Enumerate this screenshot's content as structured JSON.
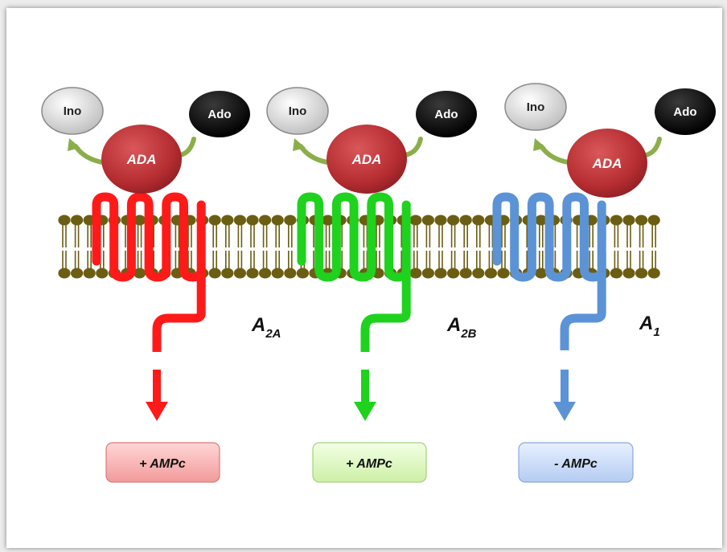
{
  "colors": {
    "a2a": "#ff1a1a",
    "a2b": "#1ed21e",
    "a1": "#5b93d6",
    "membrane": "#6b5e12",
    "ada": "#c0353a",
    "ino": "#d8d8d8",
    "ado": "#0a0a0a",
    "leaf_arrow": "#8cae4a"
  },
  "receptors": [
    {
      "id": "a2a",
      "enzyme": "ADA",
      "product": "Ino",
      "substrate": "Ado",
      "label_main": "A",
      "label_sub": "2A",
      "effect": "+ AMPc",
      "effect_colors": [
        "#ffd6d6",
        "#f29a9a",
        "#d97a7a"
      ]
    },
    {
      "id": "a2b",
      "enzyme": "ADA",
      "product": "Ino",
      "substrate": "Ado",
      "label_main": "A",
      "label_sub": "2B",
      "effect": "+ AMPc",
      "effect_colors": [
        "#f2ffe4",
        "#cdf0a6",
        "#a7cf7e"
      ]
    },
    {
      "id": "a1",
      "enzyme": "ADA",
      "product": "Ino",
      "substrate": "Ado",
      "label_main": "A",
      "label_sub": "1",
      "effect": "- AMPc",
      "effect_colors": [
        "#e8f0ff",
        "#b4ccf2",
        "#8aa8d8"
      ]
    }
  ]
}
